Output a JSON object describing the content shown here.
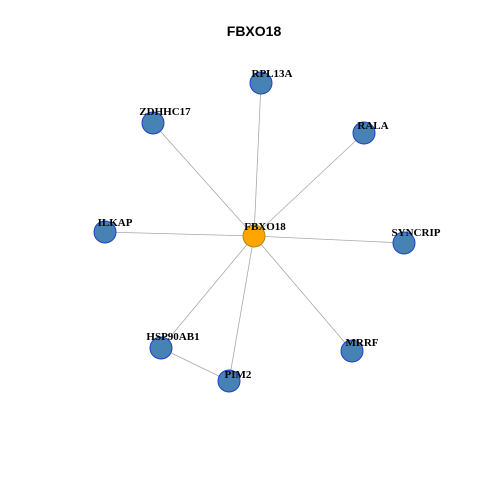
{
  "title": "FBXO18",
  "colors": {
    "hub_fill": "#FFA500",
    "hub_stroke": "#B8860B",
    "node_fill": "#4682B4",
    "node_stroke": "#1F3FCC",
    "edge": "#A8A8A8",
    "label": "#000000"
  },
  "nodes": [
    {
      "id": "FBXO18",
      "label": "FBXO18",
      "hub": true
    },
    {
      "id": "RPL13A",
      "label": "RPL13A",
      "hub": false
    },
    {
      "id": "RALA",
      "label": "RALA",
      "hub": false
    },
    {
      "id": "ZDHHC17",
      "label": "ZDHHC17",
      "hub": false
    },
    {
      "id": "ILKAP",
      "label": "ILKAP",
      "hub": false
    },
    {
      "id": "SYNCRIP",
      "label": "SYNCRIP",
      "hub": false
    },
    {
      "id": "HSP90AB1",
      "label": "HSP90AB1",
      "hub": false
    },
    {
      "id": "MRRF",
      "label": "MRRF",
      "hub": false
    },
    {
      "id": "PIM2",
      "label": "PIM2",
      "hub": false
    }
  ],
  "edges": [
    [
      "FBXO18",
      "RPL13A"
    ],
    [
      "FBXO18",
      "RALA"
    ],
    [
      "FBXO18",
      "ZDHHC17"
    ],
    [
      "FBXO18",
      "ILKAP"
    ],
    [
      "FBXO18",
      "SYNCRIP"
    ],
    [
      "FBXO18",
      "HSP90AB1"
    ],
    [
      "FBXO18",
      "MRRF"
    ],
    [
      "FBXO18",
      "PIM2"
    ],
    [
      "HSP90AB1",
      "PIM2"
    ]
  ]
}
